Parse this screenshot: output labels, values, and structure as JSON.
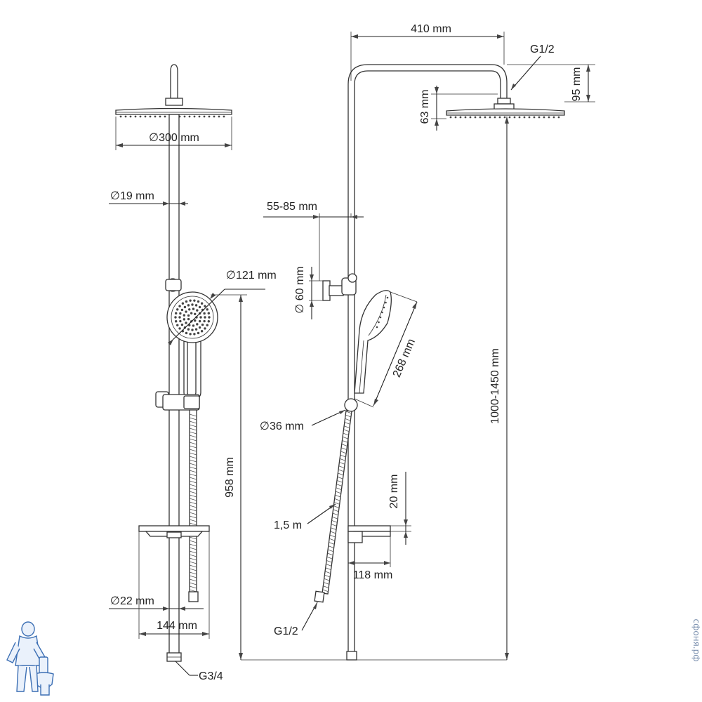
{
  "front_view": {
    "head_diameter": "∅300 mm",
    "rail_diameter": "∅19 mm",
    "handshower_diameter": "∅121 mm",
    "total_height": "958 mm",
    "bottom_diameter": "∅22 mm",
    "shelf_width": "144 mm",
    "inlet": "G3/4"
  },
  "side_view": {
    "arm_length": "410 mm",
    "head_thread": "G1/2",
    "head_offset": "95 mm",
    "head_height": "63 mm",
    "wall_offset": "55-85 mm",
    "bracket_diameter": "∅ 60 mm",
    "handshower_length": "268 mm",
    "diverter_diameter": "∅36 mm",
    "adjust_height": "1000-1450 mm",
    "shelf_height": "20 mm",
    "hose_length": "1,5 m",
    "shelf_depth": "118 mm",
    "hose_thread": "G1/2"
  },
  "watermark": "сфоня.рф",
  "colors": {
    "line": "#222222",
    "mascot": "#3c6fb4"
  }
}
